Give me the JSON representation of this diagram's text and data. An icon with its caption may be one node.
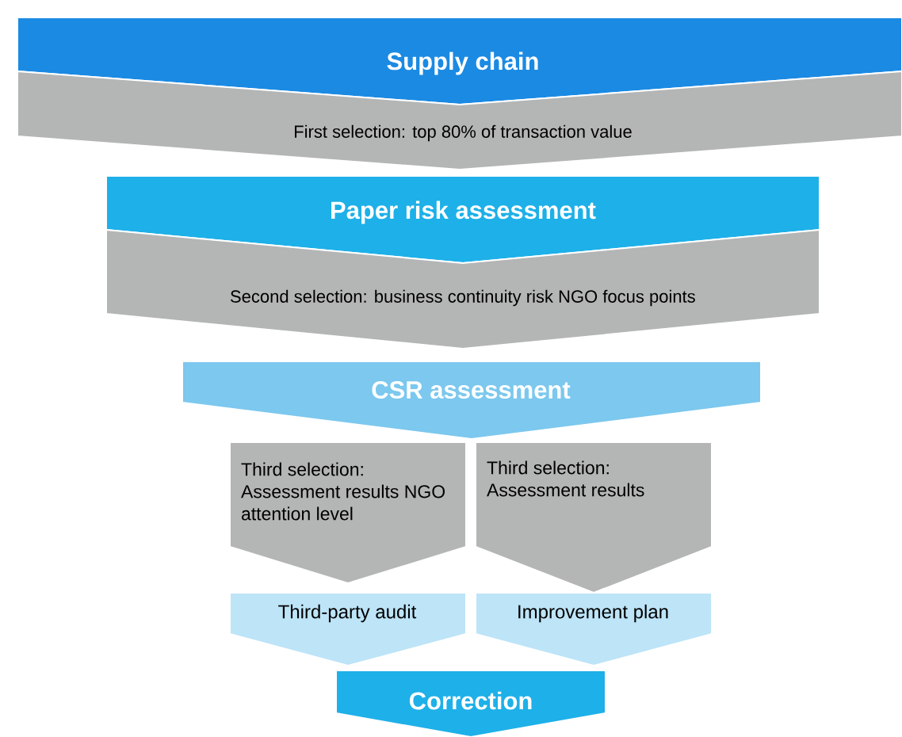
{
  "diagram": {
    "nodes": [
      {
        "text": [
          "Supply chain"
        ]
      },
      {
        "text": [
          "First selection: top 80% of transaction value"
        ]
      },
      {
        "text": [
          "Paper risk assessment"
        ]
      },
      {
        "text": [
          "Second selection: business continuity risk NGO focus points"
        ]
      },
      {
        "text": [
          "CSR assessment"
        ]
      },
      {
        "text": [
          "Third selection: Assessment results NGO attention level"
        ]
      },
      {
        "text": [
          "Third selection: Assessment results"
        ]
      },
      {
        "text": [
          "Third-party audit"
        ]
      },
      {
        "text": [
          "Improvement plan"
        ]
      },
      {
        "text": [
          "Correction"
        ]
      }
    ]
  }
}
